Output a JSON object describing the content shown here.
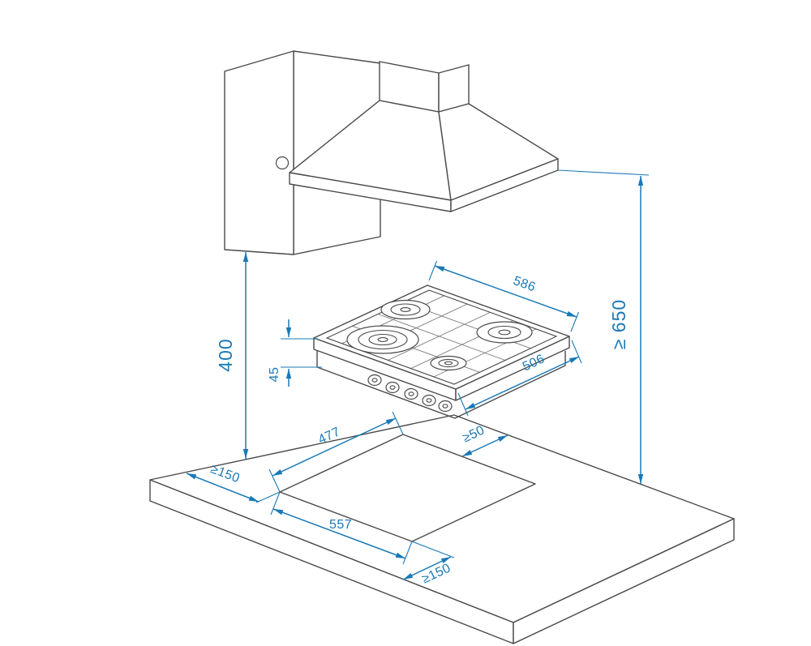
{
  "diagram": {
    "accent_color": "#1a79b6",
    "line_color": "#4a4a4a",
    "background_color": "#ffffff",
    "dimensions": {
      "cabinet_to_worktop": "400",
      "hood_min_clearance": "≥ 650",
      "hob_width": "586",
      "hob_depth": "506",
      "hob_build_in_height": "45",
      "cutout_depth": "477",
      "cutout_rear_gap_min": "≥50",
      "cutout_side_margin_min": "≥150",
      "cutout_width": "557",
      "cutout_front_margin_min": "≥150"
    }
  }
}
